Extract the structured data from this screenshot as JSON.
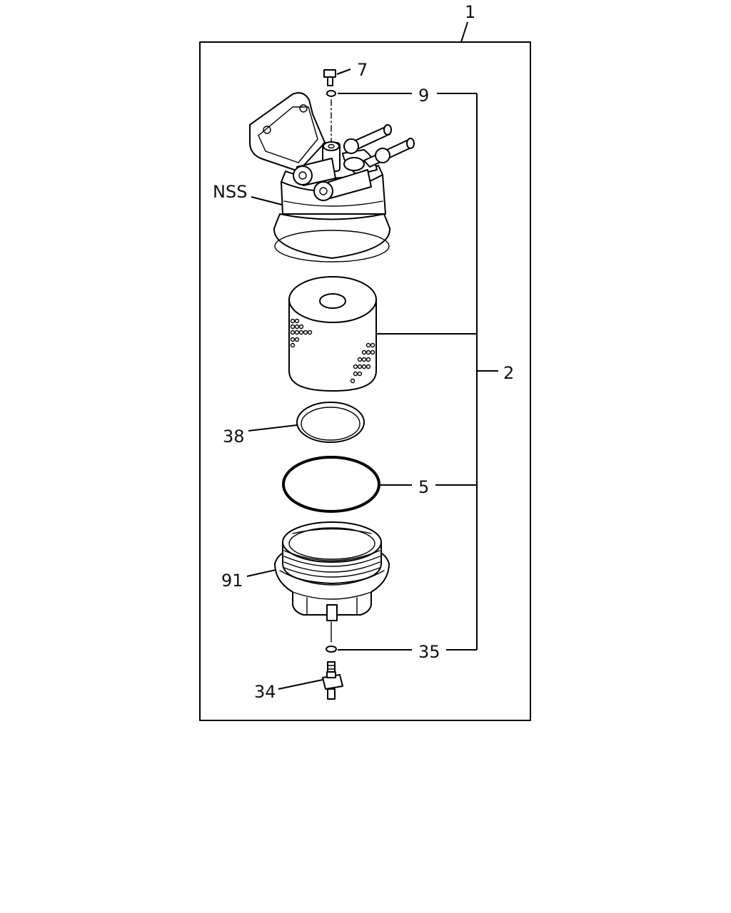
{
  "labels": {
    "assembly": "1",
    "group": "2",
    "bolt": "7",
    "top_oring": "9",
    "head": "NSS",
    "ring": "38",
    "oring": "5",
    "bowl": "91",
    "bottom_oring": "35",
    "drain": "34"
  }
}
